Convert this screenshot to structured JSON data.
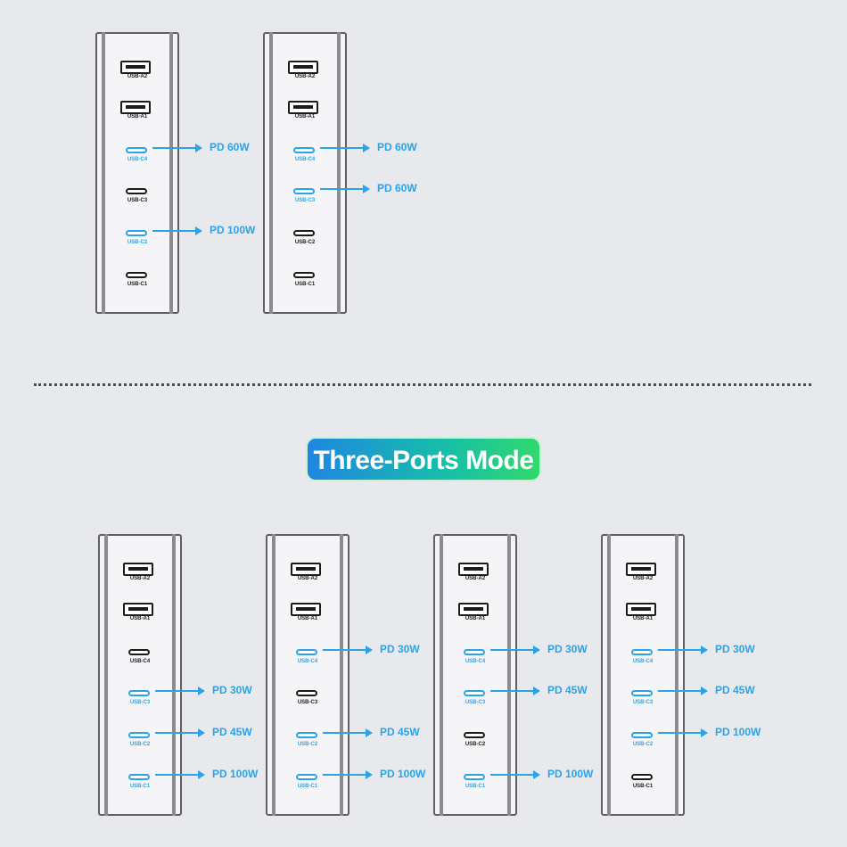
{
  "mode_title": "Three-Ports Mode",
  "accent_color": "#2aa3e8",
  "chargers": [
    {
      "ports": [
        {
          "label": "USB-A2",
          "type": "usb-a",
          "active": false
        },
        {
          "label": "USB-A1",
          "type": "usb-a",
          "active": false
        },
        {
          "label": "USB-C4",
          "type": "usb-c",
          "active": true,
          "power": "PD 60W"
        },
        {
          "label": "USB-C3",
          "type": "usb-c",
          "active": false
        },
        {
          "label": "USB-C2",
          "type": "usb-c",
          "active": true,
          "power": "PD 100W"
        },
        {
          "label": "USB-C1",
          "type": "usb-c",
          "active": false
        }
      ]
    },
    {
      "ports": [
        {
          "label": "USB-A2",
          "type": "usb-a",
          "active": false
        },
        {
          "label": "USB-A1",
          "type": "usb-a",
          "active": false
        },
        {
          "label": "USB-C4",
          "type": "usb-c",
          "active": true,
          "power": "PD 60W"
        },
        {
          "label": "USB-C3",
          "type": "usb-c",
          "active": true,
          "power": "PD 60W"
        },
        {
          "label": "USB-C2",
          "type": "usb-c",
          "active": false
        },
        {
          "label": "USB-C1",
          "type": "usb-c",
          "active": false
        }
      ]
    },
    {
      "ports": [
        {
          "label": "USB-A2",
          "type": "usb-a",
          "active": false
        },
        {
          "label": "USB-A1",
          "type": "usb-a",
          "active": false
        },
        {
          "label": "USB-C4",
          "type": "usb-c",
          "active": false
        },
        {
          "label": "USB-C3",
          "type": "usb-c",
          "active": true,
          "power": "PD 30W"
        },
        {
          "label": "USB-C2",
          "type": "usb-c",
          "active": true,
          "power": "PD 45W"
        },
        {
          "label": "USB-C1",
          "type": "usb-c",
          "active": true,
          "power": "PD 100W"
        }
      ]
    },
    {
      "ports": [
        {
          "label": "USB-A2",
          "type": "usb-a",
          "active": false
        },
        {
          "label": "USB-A1",
          "type": "usb-a",
          "active": false
        },
        {
          "label": "USB-C4",
          "type": "usb-c",
          "active": true,
          "power": "PD 30W"
        },
        {
          "label": "USB-C3",
          "type": "usb-c",
          "active": false
        },
        {
          "label": "USB-C2",
          "type": "usb-c",
          "active": true,
          "power": "PD 45W"
        },
        {
          "label": "USB-C1",
          "type": "usb-c",
          "active": true,
          "power": "PD 100W"
        }
      ]
    },
    {
      "ports": [
        {
          "label": "USB-A2",
          "type": "usb-a",
          "active": false
        },
        {
          "label": "USB-A1",
          "type": "usb-a",
          "active": false
        },
        {
          "label": "USB-C4",
          "type": "usb-c",
          "active": true,
          "power": "PD 30W"
        },
        {
          "label": "USB-C3",
          "type": "usb-c",
          "active": true,
          "power": "PD 45W"
        },
        {
          "label": "USB-C2",
          "type": "usb-c",
          "active": false
        },
        {
          "label": "USB-C1",
          "type": "usb-c",
          "active": true,
          "power": "PD 100W"
        }
      ]
    },
    {
      "ports": [
        {
          "label": "USB-A2",
          "type": "usb-a",
          "active": false
        },
        {
          "label": "USB-A1",
          "type": "usb-a",
          "active": false
        },
        {
          "label": "USB-C4",
          "type": "usb-c",
          "active": true,
          "power": "PD 30W"
        },
        {
          "label": "USB-C3",
          "type": "usb-c",
          "active": true,
          "power": "PD 45W"
        },
        {
          "label": "USB-C2",
          "type": "usb-c",
          "active": true,
          "power": "PD 100W"
        },
        {
          "label": "USB-C1",
          "type": "usb-c",
          "active": false
        }
      ]
    }
  ]
}
